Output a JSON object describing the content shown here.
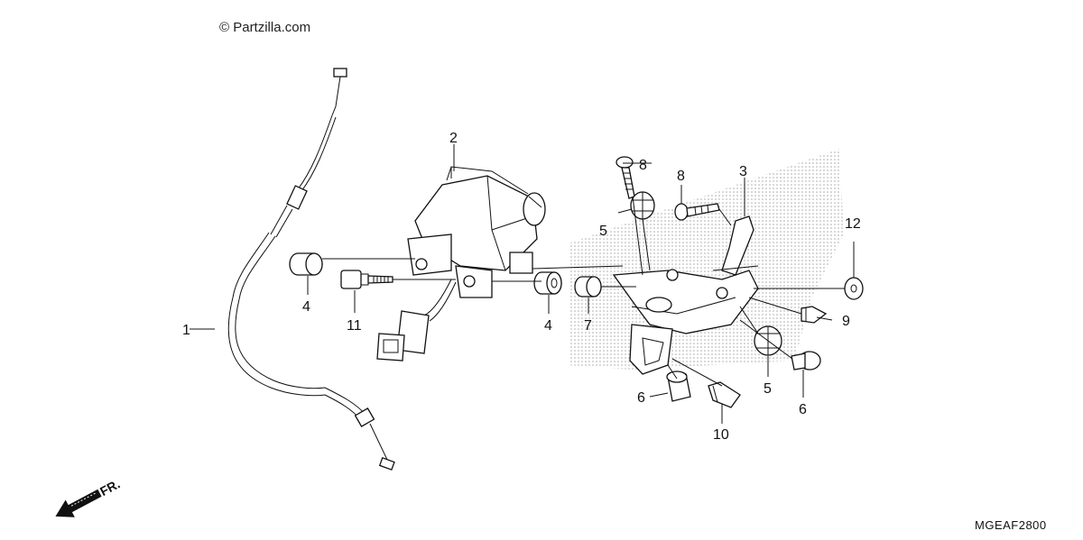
{
  "watermark": "© Partzilla.com",
  "diagram_code": "MGEAF2800",
  "direction_label": "FR.",
  "callouts": {
    "c1": "1",
    "c2": "2",
    "c3": "3",
    "c4a": "4",
    "c4b": "4",
    "c5a": "5",
    "c5b": "5",
    "c6a": "6",
    "c6b": "6",
    "c7": "7",
    "c8a": "8",
    "c8b": "8",
    "c9": "9",
    "c10": "10",
    "c11": "11",
    "c12": "12"
  },
  "colors": {
    "line": "#111111",
    "background": "#ffffff",
    "stipple": "#bbbbbb"
  }
}
